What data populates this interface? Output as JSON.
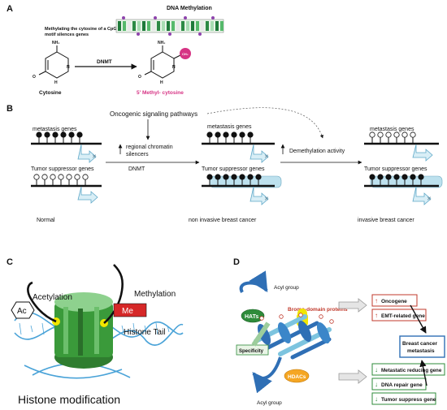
{
  "panels": {
    "a": "A",
    "b": "B",
    "c": "C",
    "d": "D"
  },
  "panel_a": {
    "title": "DNA Methylation",
    "caption_line1": "Methylating the cytosine of a CpG",
    "caption_line2": "motif silences genes",
    "enzyme": "DNMT",
    "left_label": "Cytosine",
    "right_label": "5' Methyl- cytosine",
    "nh2": "NH₂",
    "n": "N",
    "h": "H",
    "o": "O",
    "ch3": "CH₃"
  },
  "panel_b": {
    "pathway": "Oncogenic signaling pathways",
    "metastasis_label": "metastasis genes",
    "tsg_label": "Tumor suppressor  genes",
    "regional_line1": "regional chromatin",
    "regional_line2": "silencers",
    "dnmt": "DNMT",
    "demethylation": "Demethylation activity",
    "normal": "Normal",
    "noninvasive": "non invasive breast cancer",
    "invasive": "invasive breast cancer"
  },
  "panel_c": {
    "acetylation": "Acetylation",
    "ac": "Ac",
    "methylation": "Methylation",
    "me": "Me",
    "histone_tail": "Histone Tail",
    "histone_modification": "Histone modification"
  },
  "panel_d": {
    "acyl_group_top": "Acyl group",
    "hats": "HATs",
    "bromo": "Bromo-domain proteins",
    "specificity": "Specificity",
    "hdacs": "HDACs",
    "acyl_group_bottom": "Acyl group",
    "oncogene": "Oncogene",
    "emt": "EMT-related gene",
    "metastatic_reducing": "Metastatic reducing gene",
    "dna_repair": "DNA repair gene",
    "tumor_suppress": "Tumor suppress gene",
    "outcome_line1": "Breast cancer",
    "outcome_line2": "metastasis"
  },
  "colors": {
    "methyl_pink": "#d63384",
    "red_box": "#c0392b",
    "green_box": "#2e8b3a",
    "blue_box": "#2f6fb5",
    "histone_green": "#3a9a3a",
    "dna_blue": "#4aa3d8",
    "tube_blue": "#bde1ee"
  }
}
